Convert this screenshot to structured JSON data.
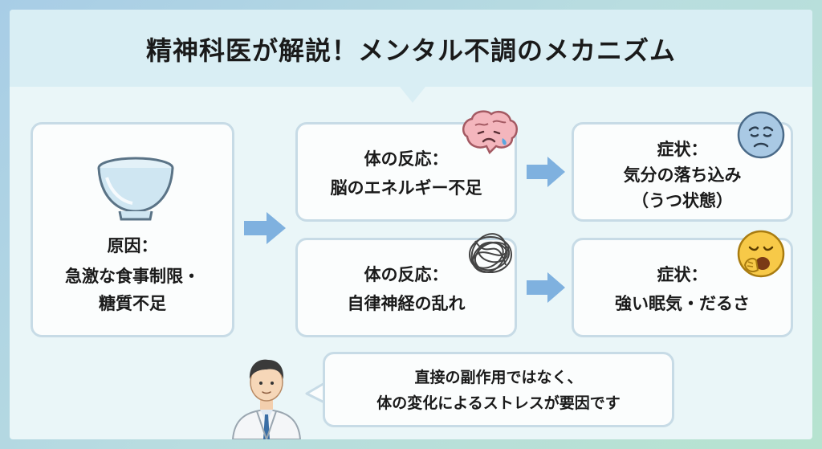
{
  "title": "精神科医が解説！メンタル不調のメカニズム",
  "cause": {
    "label": "原因：",
    "line1": "急激な食事制限・",
    "line2": "糖質不足"
  },
  "reaction1": {
    "label": "体の反応：",
    "text": "脳のエネルギー不足"
  },
  "reaction2": {
    "label": "体の反応：",
    "text": "自律神経の乱れ"
  },
  "symptom1": {
    "label": "症状：",
    "line1": "気分の落ち込み",
    "line2": "（うつ状態）"
  },
  "symptom2": {
    "label": "症状：",
    "text": "強い眠気・だるさ"
  },
  "doctor_comment": {
    "line1": "直接の副作用ではなく、",
    "line2": "体の変化によるストレスが要因です"
  },
  "icons": [
    "bowl-icon",
    "sad-brain-icon",
    "tangled-lines-icon",
    "sad-face-icon",
    "yawning-face-icon",
    "doctor-avatar",
    "arrow-right-icon"
  ],
  "colors": {
    "accent_arrow": "#7fb1df",
    "box_border": "#c7dbe6",
    "header_bg": "#d9eef4",
    "panel_bg": "#eaf6f8"
  }
}
